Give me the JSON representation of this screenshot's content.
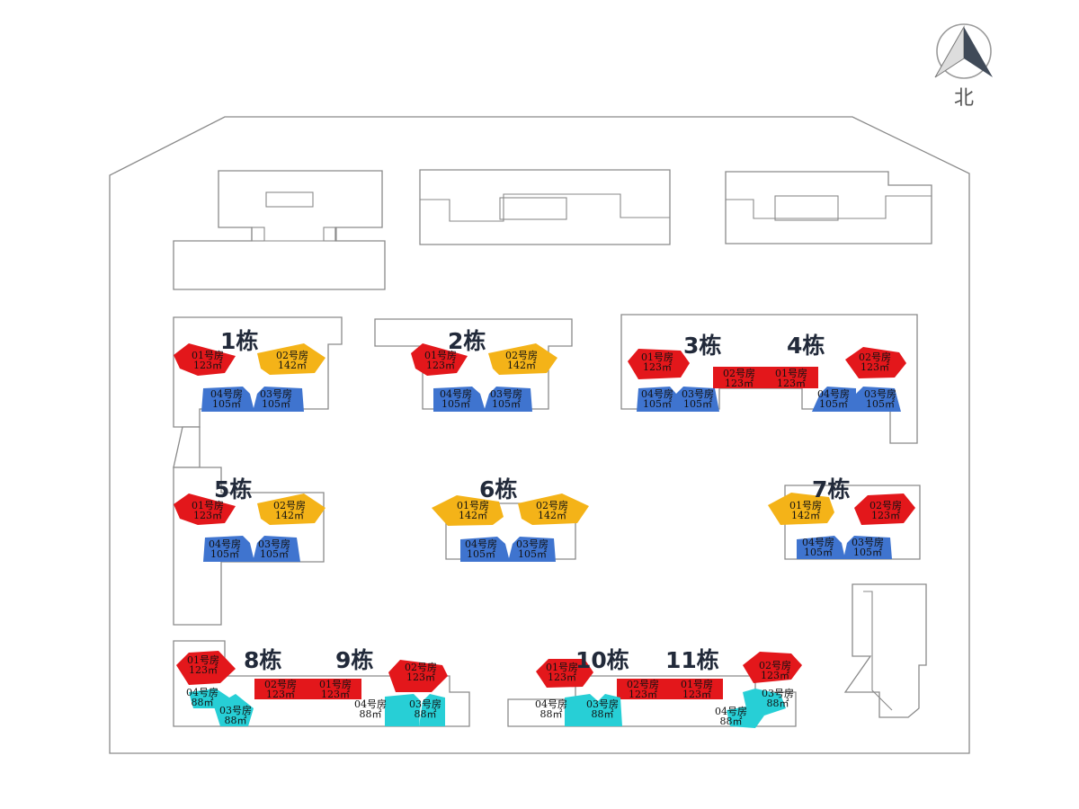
{
  "north": {
    "label": "北"
  },
  "colors": {
    "red": "#e3171b",
    "yellow": "#f4b318",
    "blue": "#3f74cf",
    "cyan": "#27cfd6"
  },
  "buildings": [
    {
      "id": "b1",
      "label": "1栋"
    },
    {
      "id": "b2",
      "label": "2栋"
    },
    {
      "id": "b3",
      "label": "3栋"
    },
    {
      "id": "b4",
      "label": "4栋"
    },
    {
      "id": "b5",
      "label": "5栋"
    },
    {
      "id": "b6",
      "label": "6栋"
    },
    {
      "id": "b7",
      "label": "7栋"
    },
    {
      "id": "b8",
      "label": "8栋"
    },
    {
      "id": "b9",
      "label": "9栋"
    },
    {
      "id": "b10",
      "label": "10栋"
    },
    {
      "id": "b11",
      "label": "11栋"
    }
  ],
  "units": [
    {
      "building": "b1",
      "color": "red",
      "room": "01号房",
      "area": "123㎡"
    },
    {
      "building": "b1",
      "color": "yellow",
      "room": "02号房",
      "area": "142㎡"
    },
    {
      "building": "b1",
      "color": "blue",
      "room": "04号房",
      "area": "105㎡"
    },
    {
      "building": "b1",
      "color": "blue",
      "room": "03号房",
      "area": "105㎡"
    },
    {
      "building": "b2",
      "color": "red",
      "room": "01号房",
      "area": "123㎡"
    },
    {
      "building": "b2",
      "color": "yellow",
      "room": "02号房",
      "area": "142㎡"
    },
    {
      "building": "b2",
      "color": "blue",
      "room": "04号房",
      "area": "105㎡"
    },
    {
      "building": "b2",
      "color": "blue",
      "room": "03号房",
      "area": "105㎡"
    },
    {
      "building": "b3",
      "color": "red",
      "room": "01号房",
      "area": "123㎡"
    },
    {
      "building": "b3",
      "color": "red",
      "room": "02号房",
      "area": "123㎡"
    },
    {
      "building": "b3",
      "color": "blue",
      "room": "04号房",
      "area": "105㎡"
    },
    {
      "building": "b3",
      "color": "blue",
      "room": "03号房",
      "area": "105㎡"
    },
    {
      "building": "b4",
      "color": "red",
      "room": "01号房",
      "area": "123㎡"
    },
    {
      "building": "b4",
      "color": "red",
      "room": "02号房",
      "area": "123㎡"
    },
    {
      "building": "b4",
      "color": "blue",
      "room": "04号房",
      "area": "105㎡"
    },
    {
      "building": "b4",
      "color": "blue",
      "room": "03号房",
      "area": "105㎡"
    },
    {
      "building": "b5",
      "color": "red",
      "room": "01号房",
      "area": "123㎡"
    },
    {
      "building": "b5",
      "color": "yellow",
      "room": "02号房",
      "area": "142㎡"
    },
    {
      "building": "b5",
      "color": "blue",
      "room": "04号房",
      "area": "105㎡"
    },
    {
      "building": "b5",
      "color": "blue",
      "room": "03号房",
      "area": "105㎡"
    },
    {
      "building": "b6",
      "color": "yellow",
      "room": "01号房",
      "area": "142㎡"
    },
    {
      "building": "b6",
      "color": "yellow",
      "room": "02号房",
      "area": "142㎡"
    },
    {
      "building": "b6",
      "color": "blue",
      "room": "04号房",
      "area": "105㎡"
    },
    {
      "building": "b6",
      "color": "blue",
      "room": "03号房",
      "area": "105㎡"
    },
    {
      "building": "b7",
      "color": "yellow",
      "room": "01号房",
      "area": "142㎡"
    },
    {
      "building": "b7",
      "color": "red",
      "room": "02号房",
      "area": "123㎡"
    },
    {
      "building": "b7",
      "color": "blue",
      "room": "04号房",
      "area": "105㎡"
    },
    {
      "building": "b7",
      "color": "blue",
      "room": "03号房",
      "area": "105㎡"
    },
    {
      "building": "b8",
      "color": "red",
      "room": "01号房",
      "area": "123㎡"
    },
    {
      "building": "b8",
      "color": "cyan",
      "room": "04号房",
      "area": "88㎡"
    },
    {
      "building": "b8",
      "color": "cyan",
      "room": "03号房",
      "area": "88㎡"
    },
    {
      "building": "b8",
      "color": "red",
      "room": "02号房",
      "area": "123㎡"
    },
    {
      "building": "b9",
      "color": "red",
      "room": "01号房",
      "area": "123㎡"
    },
    {
      "building": "b9",
      "color": "red",
      "room": "02号房",
      "area": "123㎡"
    },
    {
      "building": "b9",
      "color": "cyan",
      "room": "04号房",
      "area": "88㎡"
    },
    {
      "building": "b9",
      "color": "cyan",
      "room": "03号房",
      "area": "88㎡"
    },
    {
      "building": "b10",
      "color": "red",
      "room": "01号房",
      "area": "123㎡"
    },
    {
      "building": "b10",
      "color": "red",
      "room": "02号房",
      "area": "123㎡"
    },
    {
      "building": "b10",
      "color": "cyan",
      "room": "04号房",
      "area": "88㎡"
    },
    {
      "building": "b10",
      "color": "cyan",
      "room": "03号房",
      "area": "88㎡"
    },
    {
      "building": "b11",
      "color": "red",
      "room": "01号房",
      "area": "123㎡"
    },
    {
      "building": "b11",
      "color": "red",
      "room": "02号房",
      "area": "123㎡"
    },
    {
      "building": "b11",
      "color": "cyan",
      "room": "03号房",
      "area": "88㎡"
    },
    {
      "building": "b11",
      "color": "cyan",
      "room": "04号房",
      "area": "88㎡"
    }
  ]
}
